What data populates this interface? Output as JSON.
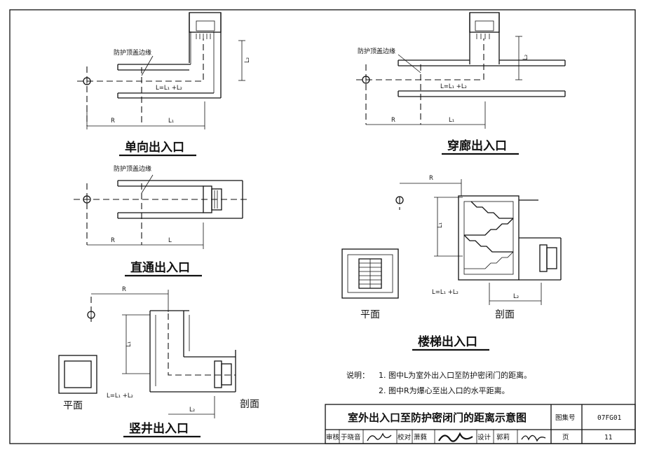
{
  "diagrams": {
    "unidirectional": {
      "title": "单向出入口",
      "edge_label": "防护顶盖边缘",
      "formula": "L=L₁ +L₂",
      "dim_r": "R",
      "dim_l1": "L₁",
      "dim_l2": "L₂"
    },
    "corridor": {
      "title": "穿廊出入口",
      "edge_label": "防护顶盖边缘",
      "formula": "L=L₁ +L₂",
      "dim_r": "R",
      "dim_l1": "L₁",
      "dim_l2": "L₂"
    },
    "straight": {
      "title": "直通出入口",
      "edge_label": "防护顶盖边缘",
      "dim_r": "R",
      "dim_l": "L"
    },
    "stair": {
      "title": "楼梯出入口",
      "plan_label": "平面",
      "section_label": "剖面",
      "formula": "L=L₁ +L₂",
      "dim_r": "R",
      "dim_l1": "L₁",
      "dim_l2": "L₂"
    },
    "shaft": {
      "title": "竖井出入口",
      "plan_label": "平面",
      "section_label": "剖面",
      "formula": "L=L₁ +L₂",
      "dim_r": "R",
      "dim_l1": "L₁",
      "dim_l2": "L₂"
    }
  },
  "notes": {
    "prefix": "说明：",
    "items": [
      "1. 图中L为室外出入口至防护密闭门的距离。",
      "2. 图中R为爆心至出入口的水平距离。"
    ]
  },
  "title_block": {
    "drawing_title": "室外出入口至防护密闭门的距离示意图",
    "atlas_label": "图集号",
    "atlas_no": "07FG01",
    "page_label": "页",
    "page_no": "11",
    "review_label": "审核",
    "review_name": "于晓音",
    "check_label": "校对",
    "check_name": "萧蕤",
    "design_label": "设计",
    "design_name": "郭莉"
  }
}
